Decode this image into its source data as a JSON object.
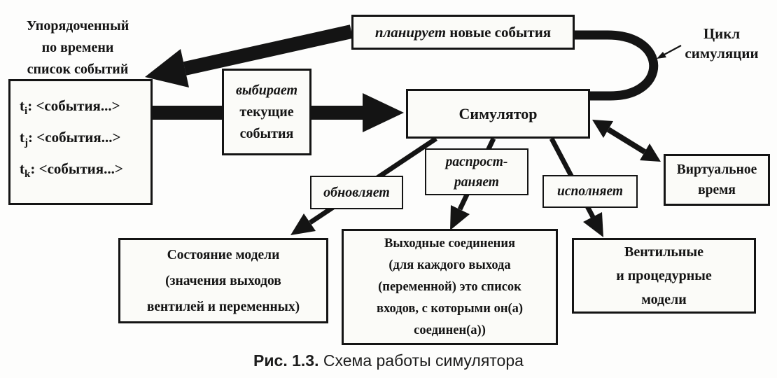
{
  "heading": {
    "line1": "Упорядоченный",
    "line2": "по времени",
    "line3": "список событий"
  },
  "event_list": {
    "items": [
      {
        "base": "t",
        "sub": "i",
        "rest": ": <события...>"
      },
      {
        "base": "t",
        "sub": "j",
        "rest": ": <события...>"
      },
      {
        "base": "t",
        "sub": "k",
        "rest": ": <события...>"
      }
    ]
  },
  "labels": {
    "selects": {
      "verb": "выбирает",
      "line2": "текущие",
      "line3": "события"
    },
    "plans": {
      "verb": "планирует",
      "rest": " новые события"
    },
    "updates": "обновляет",
    "propagates": {
      "line1": "распрост-",
      "line2": "раняет"
    },
    "executes": "исполняет"
  },
  "nodes": {
    "simulator": "Симулятор",
    "virtual_time": [
      "Виртуальное",
      "время"
    ],
    "model_state": [
      "Состояние модели",
      "(значения выходов",
      "вентилей и переменных)"
    ],
    "output_connections": [
      "Выходные соединения",
      "(для каждого выхода",
      "(переменной) это список",
      "входов, с которыми он(а)",
      "соединен(а))"
    ],
    "gate_models": [
      "Вентильные",
      "и процедурные",
      "модели"
    ]
  },
  "annotations": {
    "cycle": {
      "line1": "Цикл",
      "line2": "симуляции"
    }
  },
  "caption": {
    "bold": "Рис. 1.3.",
    "rest": " Схема работы симулятора"
  },
  "colors": {
    "ink": "#141414",
    "paper": "#fdfdfc"
  }
}
